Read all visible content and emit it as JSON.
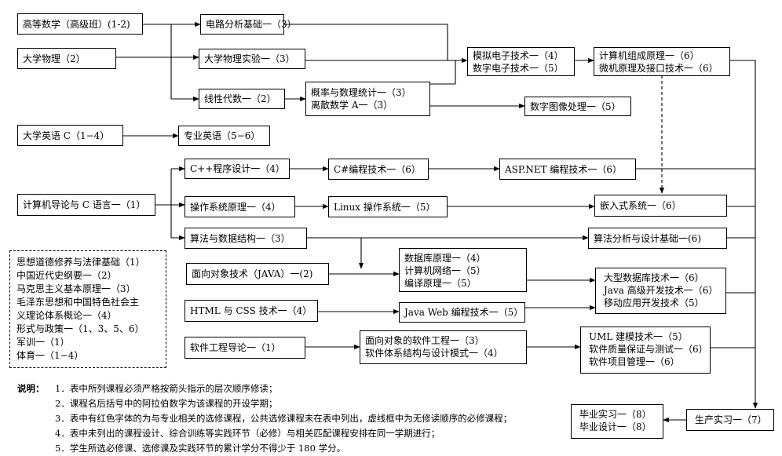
{
  "courses": {
    "math": "高等数学（高级班）(1-2)",
    "physics": "大学物理（2）",
    "english": "大学英语 C（1−4）",
    "intro": "计算机导论与 C 语言一（1）",
    "circuit": "电路分析基础一（3）",
    "physics_lab": "大学物理实验一（3）",
    "linear": "线性代数一（2）",
    "prob_discrete": [
      "概率与数理统计一（3）",
      "离散数学 A一（3）"
    ],
    "analog_digital": [
      "模拟电子技术一（4）",
      "数字电子技术一（5）"
    ],
    "org_micro": [
      "计算机组成原理一（6）",
      "微机原理及接口技术一（6）"
    ],
    "image": "数字图像处理一（5）",
    "prof_english": "专业英语（5−6）",
    "cpp": "C++程序设计一（4）",
    "csharp": "C#编程技术一（6）",
    "aspnet": "ASP.NET 编程技术一（6）",
    "os": "操作系统原理一（4）",
    "linux": "Linux 操作系统一（5）",
    "embedded": "嵌入式系统一（6）",
    "algo": "算法与数据结构一（3）",
    "algo_design": "算法分析与设计基础一(6)",
    "java": "面向对象技术（JAVA）一(2)",
    "db_net_comp": [
      "数据库原理一（4）",
      "计算机网络一（5）",
      "编译原理一（5）"
    ],
    "large_db": [
      "大型数据库技术一（6）",
      "Java 高级开发技术一（6）",
      "移动应用开发技术（5）"
    ],
    "html": "HTML 与 CSS 技术一（4）",
    "javaweb": "Java Web 编程技术一（5）",
    "se_intro": "软件工程导论一（1）",
    "oo_se": [
      "面向对象的软件工程一（3）",
      "软件体系结构与设计模式一（4）"
    ],
    "uml": [
      "UML 建模技术一（5）",
      "软件质量保证与测试一（6）",
      "软件项目管理一（6）"
    ],
    "practice": "生产实习一（7）",
    "graduation": [
      "毕业实习一（8）",
      "毕业设计一（8）"
    ]
  },
  "required_box": [
    "思想道德修养与法律基础（1）",
    "中国近代史纲要一（2）",
    "马克思主义基本原理一（3）",
    "毛泽东思想和中国特色社会主",
    "义理论体系概论一（4）",
    "形式与政策一（1、3、5、6）",
    "军训一（1）",
    "体育一（1−4）"
  ],
  "notes": {
    "heading": "说明：",
    "items": [
      "1．表中所列课程必须严格按箭头指示的层次顺序修读；",
      "2．课程名后括号中的阿拉伯数字为该课程的开设学期；",
      "3．表中有红色字体的为与专业相关的选修课程，公共选修课程未在表中列出，虚线框中为无修读顺序的必修课程；",
      "4．表中未列出的课程设计、综合训练等实践环节（必修）与相关匹配课程安排在同一学期进行；",
      "5．学生所选必修课、选修课及实践环节的累计学分不得少于 180 学分。"
    ]
  }
}
